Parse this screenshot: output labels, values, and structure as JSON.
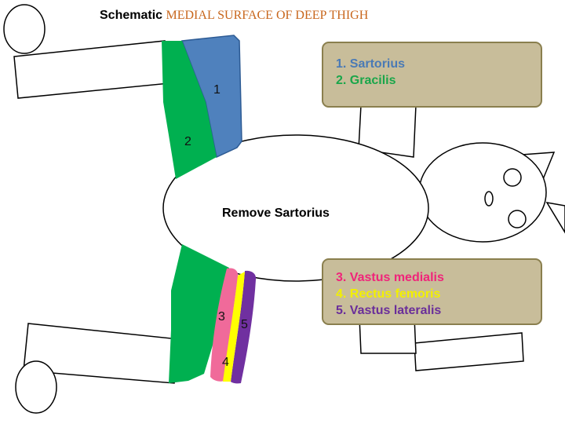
{
  "title": {
    "prefix": "Schematic",
    "main": "MEDIAL SURFACE OF DEEP THIGH"
  },
  "center_label": "Remove Sartorius",
  "legend_top": {
    "items": [
      {
        "text": "1. Sartorius",
        "color": "#4a7ab5"
      },
      {
        "text": "2. Gracilis",
        "color": "#1aa64a"
      }
    ]
  },
  "legend_bottom": {
    "items": [
      {
        "text": "3. Vastus medialis",
        "color": "#f0247a"
      },
      {
        "text": "4. Rectus femoris",
        "color": "#f2f000"
      },
      {
        "text": "5. Vastus lateralis",
        "color": "#6a2e9a"
      }
    ]
  },
  "muscle_numbers": {
    "m1": "1",
    "m2": "2",
    "m3": "3",
    "m4": "4",
    "m5": "5"
  },
  "colors": {
    "sartorius": "#4a7ab5",
    "gracilis": "#00b050",
    "vastus_medialis": "#f06a9a",
    "rectus_femoris": "#ffff00",
    "vastus_lateralis": "#7030a0",
    "legend_box": "#c8bd9a"
  }
}
